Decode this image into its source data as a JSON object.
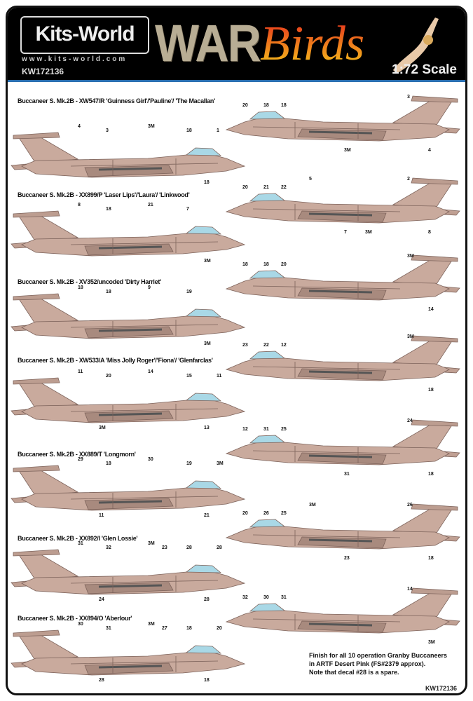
{
  "header": {
    "brand": "Kits-World",
    "url": "www.kits-world.com",
    "code": "KW172136",
    "title_war": "WAR",
    "title_birds": "Birds",
    "scale": "1:72 Scale"
  },
  "schemes": [
    {
      "caption": "Buccaneer S. Mk.2B - XW547/R 'Guinness Girl'/'Pauline'/ 'The Macallan'",
      "left_callouts": [
        "4",
        "3",
        "3M",
        "18",
        "18",
        "1"
      ],
      "right_callouts": [
        "20",
        "18",
        "18",
        "4",
        "3",
        "3M"
      ]
    },
    {
      "caption": "Buccaneer S. Mk.2B - XX899/P 'Laser Lips'/'Laura'/ 'Linkwood'",
      "left_callouts": [
        "8",
        "18",
        "21",
        "7",
        "3M"
      ],
      "right_callouts": [
        "20",
        "21",
        "22",
        "8",
        "2",
        "7",
        "5",
        "3M"
      ]
    },
    {
      "caption": "Buccaneer S. Mk.2B - XV352/uncoded 'Dirty Harriet'",
      "left_callouts": [
        "18",
        "18",
        "9",
        "19",
        "3M"
      ],
      "right_callouts": [
        "18",
        "18",
        "20",
        "14",
        "3M"
      ]
    },
    {
      "caption": "Buccaneer S. Mk.2B - XW533/A 'Miss Jolly Roger'/'Fiona'/ 'Glenfarclas'",
      "left_callouts": [
        "11",
        "20",
        "14",
        "15",
        "13",
        "11",
        "3M"
      ],
      "right_callouts": [
        "23",
        "22",
        "12",
        "18",
        "3M"
      ]
    },
    {
      "caption": "Buccaneer S. Mk.2B - XX889/T 'Longmorn'",
      "left_callouts": [
        "29",
        "18",
        "30",
        "19",
        "21",
        "3M",
        "11"
      ],
      "right_callouts": [
        "12",
        "31",
        "25",
        "18",
        "24",
        "31"
      ]
    },
    {
      "caption": "Buccaneer S. Mk.2B - XX892/I 'Glen Lossie'",
      "left_callouts": [
        "31",
        "32",
        "3M",
        "28",
        "28",
        "28",
        "24",
        "23"
      ],
      "right_callouts": [
        "20",
        "26",
        "25",
        "18",
        "26",
        "23",
        "3M"
      ]
    },
    {
      "caption": "Buccaneer S. Mk.2B - XX894/O 'Aberlour'",
      "left_callouts": [
        "30",
        "31",
        "3M",
        "18",
        "18",
        "20",
        "28",
        "27"
      ],
      "right_callouts": [
        "32",
        "30",
        "31",
        "3M",
        "14"
      ]
    }
  ],
  "note": [
    "Finish for all 10 operation Granby Buccaneers",
    "in ARTF Desert Pink (FS#2379 approx).",
    "Note that decal #28 is a spare."
  ],
  "footer_code": "KW172136",
  "colors": {
    "camo": "#c9aa9d",
    "canopy": "#a9d8e6",
    "header": "#000000"
  }
}
